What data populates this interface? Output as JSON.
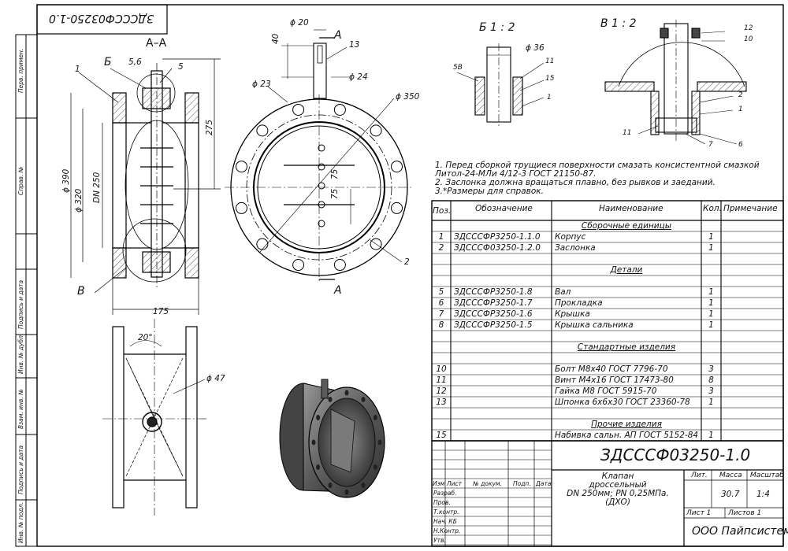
{
  "header": {
    "stamp_code": "ЗДСССФ03250-1.0"
  },
  "side_strip": [
    "Перв. примен.",
    "Справ. №",
    "Подпись и дата",
    "Инв. № дубл.",
    "Взам. инв. №",
    "Подпись и дата",
    "Инв. № подл."
  ],
  "views": {
    "section_title": "А–А",
    "detail_b_title": "Б 1 : 2",
    "detail_v_title": "В 1 : 2",
    "label_b": "Б",
    "label_v": "В",
    "label_a": "А"
  },
  "dims": {
    "d390": "ϕ 390",
    "d320": "ϕ 320",
    "dn250": "DN 250",
    "w175": "175",
    "h275": "275",
    "s56": "5,6",
    "d20": "ϕ 20",
    "h40": "40",
    "d24": "ϕ 24",
    "d23": "ϕ 23",
    "d350": "ϕ 350",
    "v75a": "75",
    "v75b": "75",
    "a20": "20°",
    "d47": "ϕ 47",
    "d36": "ϕ 36"
  },
  "leaders": {
    "p1": "1",
    "p5": "5",
    "p13": "13",
    "p2": "2",
    "b58": "5В",
    "b11": "11",
    "b15": "15",
    "b1": "1",
    "v12": "12",
    "v10": "10",
    "v2": "2",
    "v1": "1",
    "v11": "11",
    "v7": "7",
    "v6": "6"
  },
  "notes": [
    "1. Перед сборкой трущиеся поверхности смазать консистентной смазкой",
    "Литол-24-МЛи 4/12-3 ГОСТ 21150-87.",
    "2. Заслонка должна вращаться плавно, без рывков и заеданий.",
    "3.*Размеры для справок."
  ],
  "spec": {
    "headers": {
      "pos": "Поз.",
      "designation": "Обозначение",
      "name": "Наименование",
      "qty": "Кол.",
      "note": "Примечание"
    },
    "rows": [
      {
        "type": "section",
        "name": "Сборочные единицы"
      },
      {
        "pos": "1",
        "designation": "ЗДСССФР3250-1.1.0",
        "name": "Корпус",
        "qty": "1"
      },
      {
        "pos": "2",
        "designation": "ЗДСССФ03250-1.2.0",
        "name": "Заслонка",
        "qty": "1"
      },
      {
        "type": "blank"
      },
      {
        "type": "section",
        "name": "Детали"
      },
      {
        "type": "blank"
      },
      {
        "pos": "5",
        "designation": "ЗДСССФР3250-1.8",
        "name": "Вал",
        "qty": "1"
      },
      {
        "pos": "6",
        "designation": "ЗДСССФР3250-1.7",
        "name": "Прокладка",
        "qty": "1"
      },
      {
        "pos": "7",
        "designation": "ЗДСССФР3250-1.6",
        "name": "Крышка",
        "qty": "1"
      },
      {
        "pos": "8",
        "designation": "ЗДСССФР3250-1.5",
        "name": "Крышка сальника",
        "qty": "1"
      },
      {
        "type": "blank"
      },
      {
        "type": "section",
        "name": "Стандартные изделия"
      },
      {
        "type": "blank"
      },
      {
        "pos": "10",
        "designation": "",
        "name": "Болт М8х40 ГОСТ 7796-70",
        "qty": "3"
      },
      {
        "pos": "11",
        "designation": "",
        "name": "Винт М4х16 ГОСТ 17473-80",
        "qty": "8"
      },
      {
        "pos": "12",
        "designation": "",
        "name": "Гайка М8 ГОСТ 5915-70",
        "qty": "3"
      },
      {
        "pos": "13",
        "designation": "",
        "name": "Шпонка 6х6х30 ГОСТ 23360-78",
        "qty": "1"
      },
      {
        "type": "blank"
      },
      {
        "type": "section",
        "name": "Прочие изделия"
      },
      {
        "pos": "15",
        "designation": "",
        "name": "Набивка сальн. АП ГОСТ 5152-84",
        "qty": "1"
      }
    ]
  },
  "title_block": {
    "doc_code": "ЗДСССФ03250-1.0",
    "title_lines": [
      "Клапан",
      "дроссельный",
      "DN 250мм; PN 0,25МПа.",
      "(ДХО)"
    ],
    "col_headers": {
      "izm": "Изм",
      "list": "Лист",
      "doc": "№ докум.",
      "sign": "Подп.",
      "date": "Дата"
    },
    "roles": [
      "Разраб.",
      "Пров.",
      "Т.контр.",
      "Нач. КБ",
      "Н.Контр.",
      "Утв."
    ],
    "lit_label": "Лит.",
    "mass_label": "Масса",
    "scale_label": "Масштаб",
    "mass": "30.7",
    "scale": "1:4",
    "sheet": "Лист 1",
    "sheets": "Листов 1",
    "company": "ООО Пайпсистем"
  }
}
